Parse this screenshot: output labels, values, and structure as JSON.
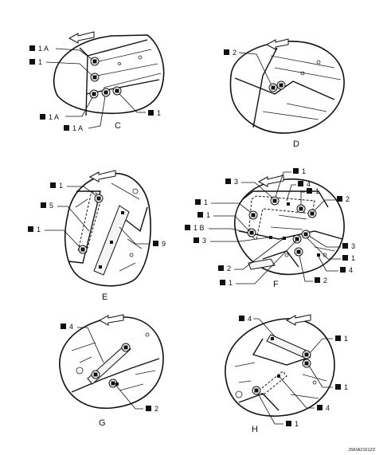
{
  "views": [
    {
      "letter": "C",
      "callouts": [
        "1 A",
        "1",
        "1 A",
        "1 A",
        "1"
      ]
    },
    {
      "letter": "D",
      "callouts": [
        "2"
      ]
    },
    {
      "letter": "E",
      "callouts": [
        "1",
        "5",
        "1",
        "9"
      ]
    },
    {
      "letter": "F",
      "callouts": [
        "3",
        "1",
        "4",
        "1",
        "1",
        "2",
        "1",
        "1 B",
        "3",
        "3",
        "2",
        "1",
        "1",
        "2",
        "4"
      ]
    },
    {
      "letter": "G",
      "callouts": [
        "4",
        "2"
      ]
    },
    {
      "letter": "H",
      "callouts": [
        "4",
        "1",
        "1",
        "4",
        "1"
      ]
    }
  ],
  "figure_code": "JSKIA2161ZZ"
}
